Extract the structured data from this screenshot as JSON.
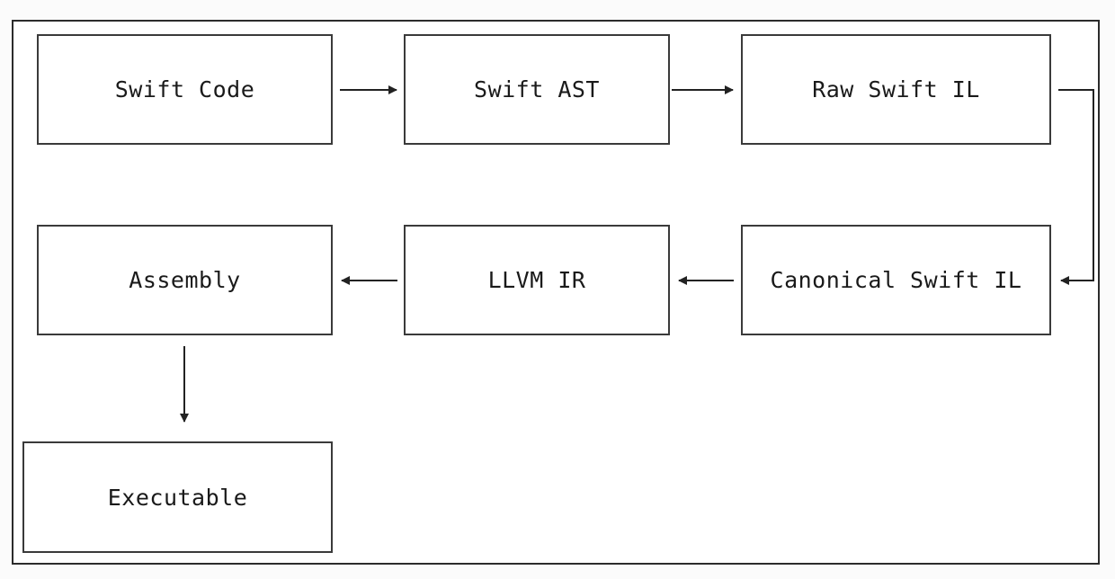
{
  "diagram": {
    "nodes": [
      {
        "id": "swift-code",
        "label": "Swift Code"
      },
      {
        "id": "swift-ast",
        "label": "Swift AST"
      },
      {
        "id": "raw-swift-il",
        "label": "Raw Swift IL"
      },
      {
        "id": "canonical-swift-il",
        "label": "Canonical Swift IL"
      },
      {
        "id": "llvm-ir",
        "label": "LLVM IR"
      },
      {
        "id": "assembly",
        "label": "Assembly"
      },
      {
        "id": "executable",
        "label": "Executable"
      }
    ],
    "edges": [
      {
        "from": "swift-code",
        "to": "swift-ast"
      },
      {
        "from": "swift-ast",
        "to": "raw-swift-il"
      },
      {
        "from": "raw-swift-il",
        "to": "canonical-swift-il"
      },
      {
        "from": "canonical-swift-il",
        "to": "llvm-ir"
      },
      {
        "from": "llvm-ir",
        "to": "assembly"
      },
      {
        "from": "assembly",
        "to": "executable"
      }
    ]
  },
  "colors": {
    "stroke": "#3a3a3a",
    "text": "#1a1a1a",
    "background": "#ffffff"
  }
}
